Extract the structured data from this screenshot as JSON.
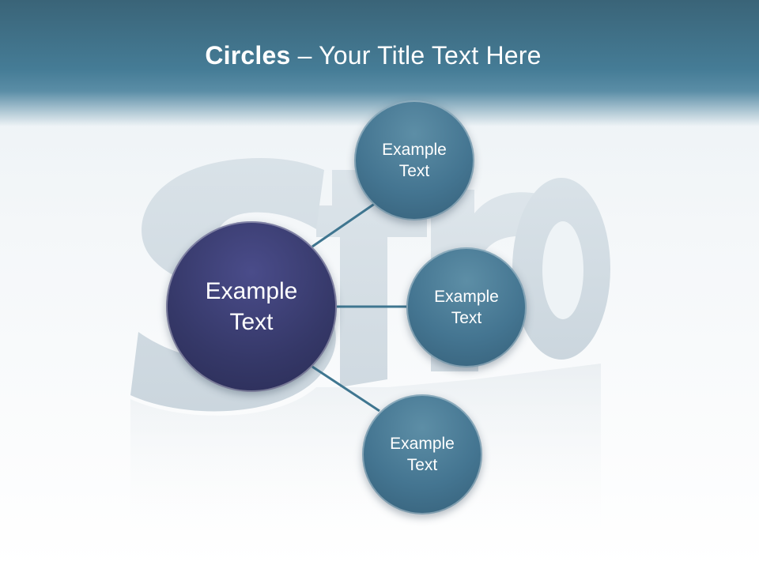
{
  "slide": {
    "title_bold": "Circles",
    "title_rest": " – Your Title Text Here"
  },
  "diagram": {
    "center": {
      "line1": "Example",
      "line2": "Text"
    },
    "nodes": [
      {
        "line1": "Example",
        "line2": "Text"
      },
      {
        "line1": "Example",
        "line2": "Text"
      },
      {
        "line1": "Example",
        "line2": "Text"
      }
    ]
  },
  "colors": {
    "title_bar": "#457c96",
    "center_circle": "#353868",
    "node_circle": "#447591",
    "connector": "#3f7690",
    "background_letters": "#d5dee5"
  }
}
